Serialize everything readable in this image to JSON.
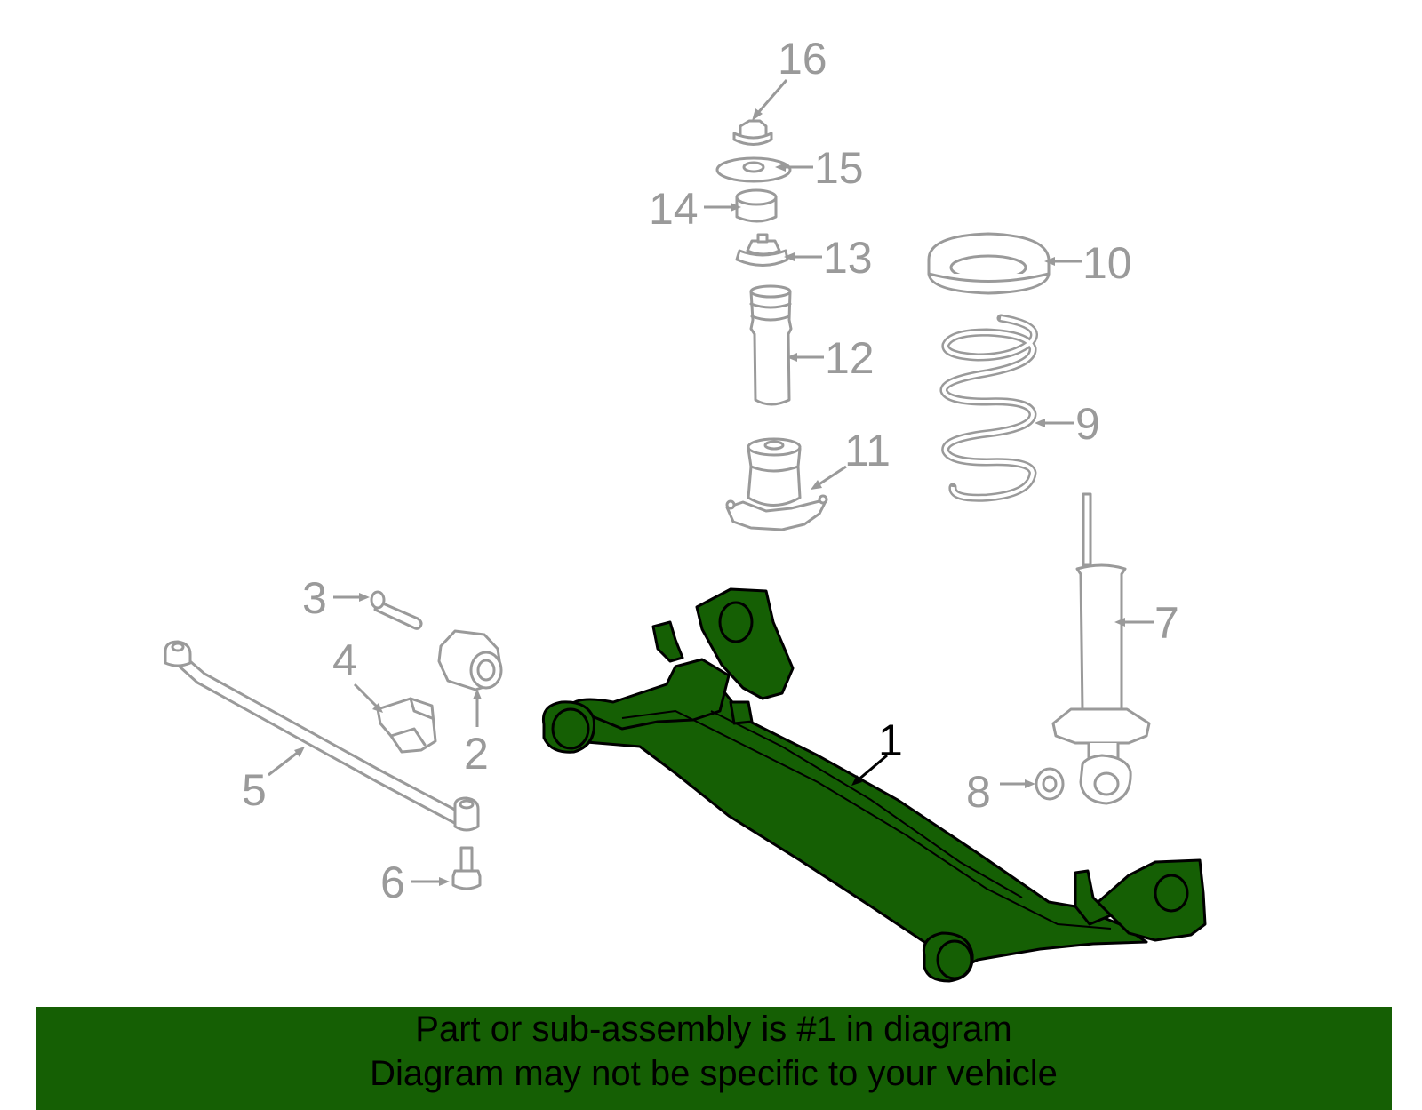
{
  "colors": {
    "highlight": "#155f04",
    "parts": "#9a9a9a",
    "banner": "#155f04"
  },
  "callouts": {
    "c1": "1",
    "c2": "2",
    "c3": "3",
    "c4": "4",
    "c5": "5",
    "c6": "6",
    "c7": "7",
    "c8": "8",
    "c9": "9",
    "c10": "10",
    "c11": "11",
    "c12": "12",
    "c13": "13",
    "c14": "14",
    "c15": "15",
    "c16": "16"
  },
  "highlighted_part": "1",
  "banner": {
    "line1": "Part or sub-assembly is #1 in diagram",
    "line2": "Diagram may not be specific to your vehicle"
  }
}
